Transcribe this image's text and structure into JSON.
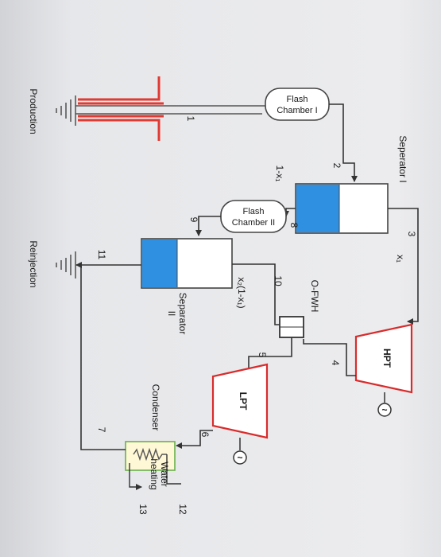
{
  "labels": {
    "production": "Production",
    "reinjection": "Reinjection",
    "flash_chamber_1_line1": "Flash",
    "flash_chamber_1_line2": "Chamber I",
    "flash_chamber_2_line1": "Flash",
    "flash_chamber_2_line2": "Chamber II",
    "separator_1": "Seperator I",
    "separator_2_line1": "Separator",
    "separator_2_line2": "II",
    "ofwh": "O-FWH",
    "hpt": "HPT",
    "lpt": "LPT",
    "condenser": "Condenser",
    "water_heating_line1": "Water",
    "water_heating_line2": "heating",
    "x1": "x₁",
    "one_minus_x1": "1-x₁",
    "x2_expr": "x₂(1-x₁)",
    "generator_symbol": "~"
  },
  "states": [
    "1",
    "2",
    "3",
    "4",
    "5",
    "6",
    "7",
    "8",
    "9",
    "10",
    "11",
    "12",
    "13"
  ],
  "colors": {
    "liquid": "#2f8fe0",
    "turbine_outline": "#d92b2b",
    "well_pipe": "#e03a32",
    "condenser_fill": "#fff8d6",
    "condenser_border": "#6ab04c",
    "line": "#333333"
  }
}
